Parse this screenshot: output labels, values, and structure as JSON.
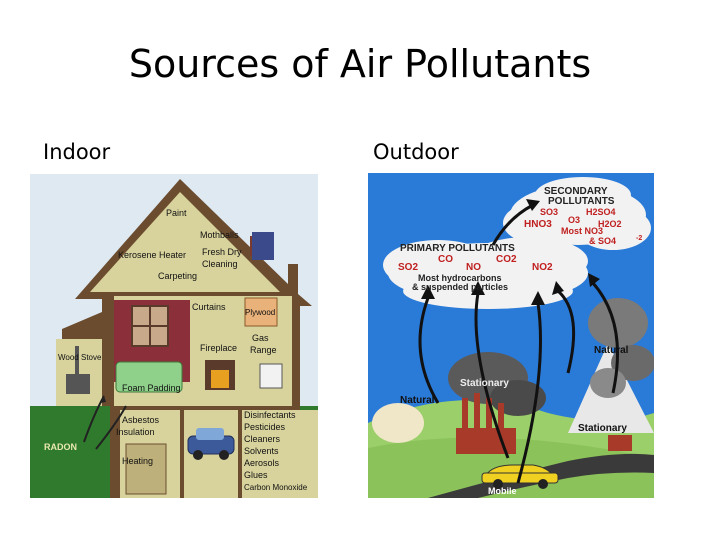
{
  "slide": {
    "title": "Sources of Air Pollutants",
    "indoor_label": "Indoor",
    "outdoor_label": "Outdoor"
  },
  "indoor": {
    "labels": {
      "paint": "Paint",
      "mothballs": "Mothballs",
      "kerosene_heater": "Kerosene Heater",
      "fresh_dry": "Fresh Dry",
      "cleaning": "Cleaning",
      "carpeting": "Carpeting",
      "curtains": "Curtains",
      "plywood": "Plywood",
      "gas": "Gas",
      "range": "Range",
      "fireplace": "Fireplace",
      "wood_stove": "Wood Stove",
      "foam_padding": "Foam Padding",
      "asbestos": "Asbestos",
      "insulation": "Insulation",
      "heating": "Heating",
      "radon": "RADON"
    },
    "garage_list": [
      "Disinfectants",
      "Pesticides",
      "Cleaners",
      "Solvents",
      "Aerosols",
      "Glues",
      "Carbon Monoxide"
    ]
  },
  "outdoor": {
    "secondary": {
      "title_line1": "SECONDARY",
      "title_line2": "POLLUTANTS",
      "row1_a": "SO3",
      "row1_b": "H2SO4",
      "row2_a": "HNO3",
      "row2_b": "O3",
      "row2_c": "H2O2",
      "row3_a": "Most NO3",
      "row4_a": "& SO4",
      "superscript": "-2"
    },
    "primary": {
      "title": "PRIMARY POLLUTANTS",
      "row1": [
        "SO2",
        "CO",
        "NO",
        "CO2",
        "NO2"
      ],
      "line2": "Most hydrocarbons",
      "line3": "& suspended particles"
    },
    "labels": {
      "natural_right": "Natural",
      "natural_left": "Natural",
      "stationary_center": "Stationary",
      "stationary_right": "Stationary",
      "mobile": "Mobile"
    }
  }
}
